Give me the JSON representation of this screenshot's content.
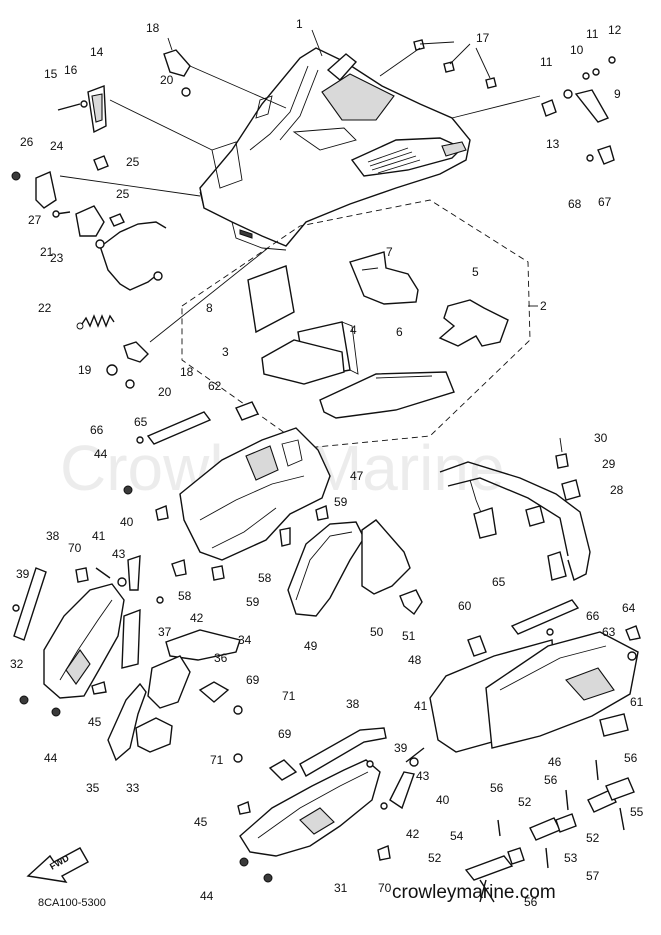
{
  "diagram": {
    "ref_code": "8CA100-5300",
    "site": "crowleymarine.com",
    "watermark": "Crowley Marine",
    "fwd_label": "FWD",
    "callouts": [
      {
        "label": "1"
      },
      {
        "label": "2"
      },
      {
        "label": "3"
      },
      {
        "label": "4"
      },
      {
        "label": "5"
      },
      {
        "label": "6"
      },
      {
        "label": "7"
      },
      {
        "label": "8"
      },
      {
        "label": "9"
      },
      {
        "label": "10"
      },
      {
        "label": "11"
      },
      {
        "label": "11"
      },
      {
        "label": "12"
      },
      {
        "label": "13"
      },
      {
        "label": "14"
      },
      {
        "label": "15"
      },
      {
        "label": "16"
      },
      {
        "label": "17"
      },
      {
        "label": "18"
      },
      {
        "label": "18"
      },
      {
        "label": "19"
      },
      {
        "label": "20"
      },
      {
        "label": "20"
      },
      {
        "label": "21"
      },
      {
        "label": "22"
      },
      {
        "label": "23"
      },
      {
        "label": "24"
      },
      {
        "label": "25"
      },
      {
        "label": "25"
      },
      {
        "label": "26"
      },
      {
        "label": "27"
      },
      {
        "label": "28"
      },
      {
        "label": "29"
      },
      {
        "label": "30"
      },
      {
        "label": "31"
      },
      {
        "label": "32"
      },
      {
        "label": "33"
      },
      {
        "label": "34"
      },
      {
        "label": "35"
      },
      {
        "label": "36"
      },
      {
        "label": "37"
      },
      {
        "label": "38"
      },
      {
        "label": "38"
      },
      {
        "label": "39"
      },
      {
        "label": "39"
      },
      {
        "label": "40"
      },
      {
        "label": "40"
      },
      {
        "label": "41"
      },
      {
        "label": "41"
      },
      {
        "label": "42"
      },
      {
        "label": "42"
      },
      {
        "label": "43"
      },
      {
        "label": "43"
      },
      {
        "label": "44"
      },
      {
        "label": "44"
      },
      {
        "label": "44"
      },
      {
        "label": "45"
      },
      {
        "label": "45"
      },
      {
        "label": "46"
      },
      {
        "label": "47"
      },
      {
        "label": "48"
      },
      {
        "label": "49"
      },
      {
        "label": "50"
      },
      {
        "label": "51"
      },
      {
        "label": "52"
      },
      {
        "label": "52"
      },
      {
        "label": "52"
      },
      {
        "label": "53"
      },
      {
        "label": "54"
      },
      {
        "label": "55"
      },
      {
        "label": "56"
      },
      {
        "label": "56"
      },
      {
        "label": "56"
      },
      {
        "label": "56"
      },
      {
        "label": "57"
      },
      {
        "label": "58"
      },
      {
        "label": "58"
      },
      {
        "label": "59"
      },
      {
        "label": "59"
      },
      {
        "label": "60"
      },
      {
        "label": "61"
      },
      {
        "label": "62"
      },
      {
        "label": "63"
      },
      {
        "label": "64"
      },
      {
        "label": "65"
      },
      {
        "label": "65"
      },
      {
        "label": "66"
      },
      {
        "label": "66"
      },
      {
        "label": "67"
      },
      {
        "label": "68"
      },
      {
        "label": "69"
      },
      {
        "label": "69"
      },
      {
        "label": "70"
      },
      {
        "label": "70"
      },
      {
        "label": "71"
      },
      {
        "label": "71"
      }
    ]
  }
}
